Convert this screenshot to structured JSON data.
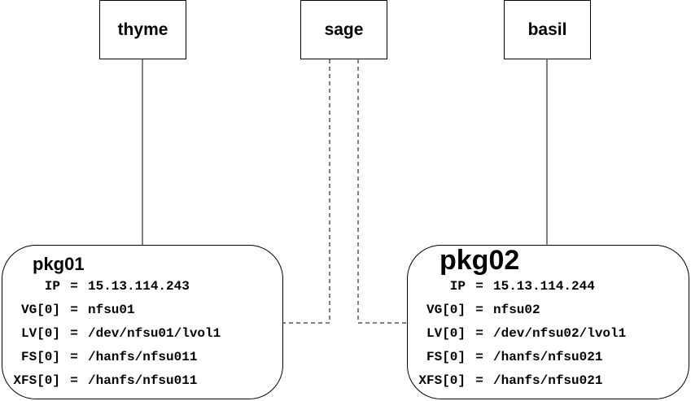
{
  "nodes": {
    "thyme": "thyme",
    "sage": "sage",
    "basil": "basil"
  },
  "packages": [
    {
      "title": "pkg01",
      "rows": [
        {
          "key": "IP",
          "eq": "=",
          "value": "15.13.114.243"
        },
        {
          "key": "VG[0]",
          "eq": "=",
          "value": "nfsu01"
        },
        {
          "key": "LV[0]",
          "eq": "=",
          "value": "/dev/nfsu01/lvol1"
        },
        {
          "key": "FS[0]",
          "eq": "=",
          "value": "/hanfs/nfsu011"
        },
        {
          "key": "XFS[0]",
          "eq": "=",
          "value": "/hanfs/nfsu011"
        }
      ]
    },
    {
      "title": "pkg02",
      "rows": [
        {
          "key": "IP",
          "eq": "=",
          "value": "15.13.114.244"
        },
        {
          "key": "VG[0]",
          "eq": "=",
          "value": "nfsu02"
        },
        {
          "key": "LV[0]",
          "eq": "=",
          "value": "/dev/nfsu02/lvol1"
        },
        {
          "key": "FS[0]",
          "eq": "=",
          "value": "/hanfs/nfsu021"
        },
        {
          "key": "XFS[0]",
          "eq": "=",
          "value": "/hanfs/nfsu021"
        }
      ]
    }
  ],
  "connections": [
    {
      "from": "thyme",
      "to": "pkg01",
      "style": "solid"
    },
    {
      "from": "basil",
      "to": "pkg02",
      "style": "solid"
    },
    {
      "from": "sage",
      "to": "pkg01",
      "style": "dashed"
    },
    {
      "from": "sage",
      "to": "pkg02",
      "style": "dashed"
    }
  ]
}
